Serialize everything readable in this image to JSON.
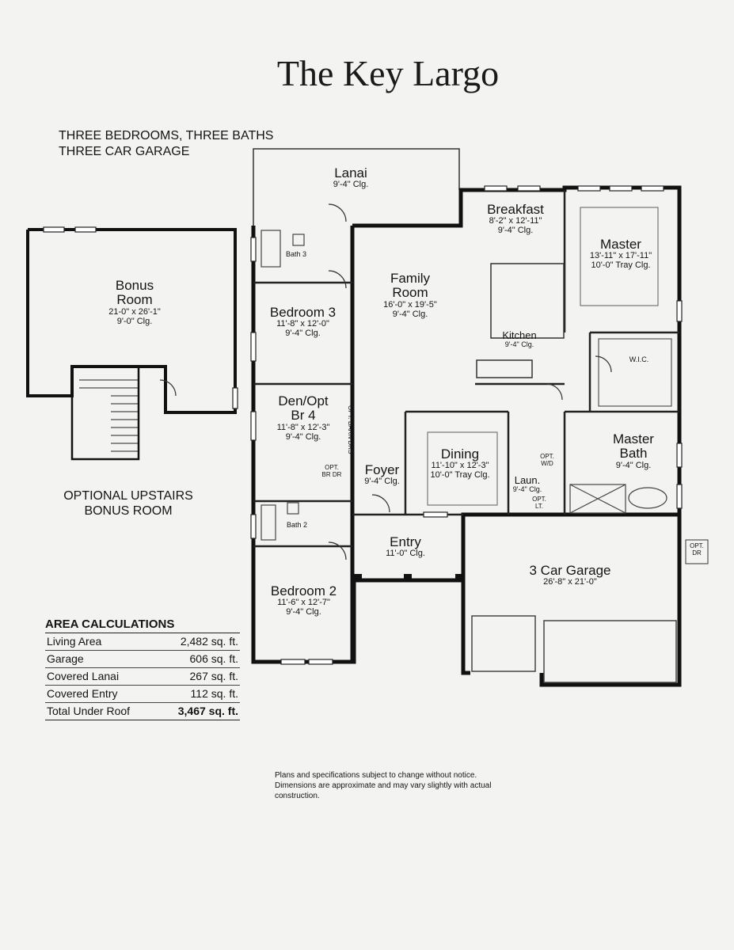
{
  "header": {
    "title": "The Key Largo",
    "subtitle_line1": "THREE BEDROOMS, THREE BATHS",
    "subtitle_line2": "THREE CAR GARAGE"
  },
  "rooms": {
    "lanai": {
      "name": "Lanai",
      "clg": "9'-4\" Clg."
    },
    "breakfast": {
      "name": "Breakfast",
      "dims": "8'-2\" x 12'-11\"",
      "clg": "9'-4\" Clg."
    },
    "master": {
      "name": "Master",
      "dims": "13'-11\" x 17'-11\"",
      "clg": "10'-0\" Tray Clg."
    },
    "bath3": {
      "name": "Bath 3"
    },
    "family": {
      "name_line1": "Family",
      "name_line2": "Room",
      "dims": "16'-0\" x 19'-5\"",
      "clg": "9'-4\" Clg."
    },
    "bedroom3": {
      "name": "Bedroom 3",
      "dims": "11'-8\" x 12'-0\"",
      "clg": "9'-4\" Clg."
    },
    "kitchen": {
      "name": "Kitchen",
      "clg": "9'-4\" Clg."
    },
    "wic": {
      "name": "W.I.C."
    },
    "bonus": {
      "name_line1": "Bonus",
      "name_line2": "Room",
      "dims": "21-0\" x 26'-1\"",
      "clg": "9'-0\" Clg."
    },
    "den": {
      "name_line1": "Den/Opt",
      "name_line2": "Br 4",
      "dims": "11'-8\" x 12'-3\"",
      "clg": "9'-4\" Clg."
    },
    "dining": {
      "name": "Dining",
      "dims": "11'-10\" x 12'-3\"",
      "clg": "10'-0\" Tray Clg."
    },
    "master_bath": {
      "name_line1": "Master",
      "name_line2": "Bath",
      "clg": "9'-4\" Clg."
    },
    "foyer": {
      "name": "Foyer",
      "clg": "9'-4\" Clg."
    },
    "laundry": {
      "name": "Laun.",
      "clg": "9'-4\" Clg."
    },
    "bath2": {
      "name": "Bath 2"
    },
    "entry": {
      "name": "Entry",
      "clg": "11'-0\" Clg."
    },
    "garage": {
      "name": "3 Car Garage",
      "dims": "26'-8\" x 21'-0\""
    },
    "bedroom2": {
      "name": "Bedroom 2",
      "dims": "11'-6\" x 12'-7\"",
      "clg": "9'-4\" Clg."
    }
  },
  "labels": {
    "opt_barn_drs": "OPT. BARN DRS",
    "opt_br_dr_1": "OPT.",
    "opt_br_dr_2": "BR DR",
    "opt_wd_1": "OPT.",
    "opt_wd_2": "W/D",
    "opt_lt_1": "OPT.",
    "opt_lt_2": "LT.",
    "opt_dr_1": "OPT.",
    "opt_dr_2": "DR",
    "upstairs_line1": "OPTIONAL UPSTAIRS",
    "upstairs_line2": "BONUS ROOM"
  },
  "area_calculations": {
    "heading": "AREA CALCULATIONS",
    "rows": [
      {
        "label": "Living Area",
        "value": "2,482 sq. ft."
      },
      {
        "label": "Garage",
        "value": "606 sq. ft."
      },
      {
        "label": "Covered Lanai",
        "value": "267 sq. ft."
      },
      {
        "label": "Covered Entry",
        "value": "112 sq. ft."
      }
    ],
    "total": {
      "label": "Total Under Roof",
      "value": "3,467 sq. ft."
    }
  },
  "note": "Plans and specifications subject to change without notice. Dimensions are approximate and may vary slightly with actual construction."
}
